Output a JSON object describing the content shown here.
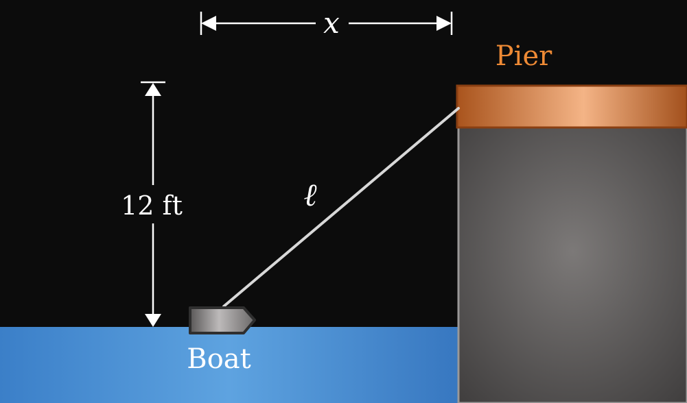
{
  "diagram": {
    "x_label": "x",
    "height_label": "12 ft",
    "rope_label": "ℓ",
    "pier_label": "Pier",
    "boat_label": "Boat"
  },
  "colors": {
    "background": "#0c0c0c",
    "water": "#4a90d4",
    "pier_deck": "#e8945a",
    "pier_label": "#ee8a35",
    "pier_body": "#6e6b6a",
    "rope": "#d8d8d8",
    "arrows": "#ffffff"
  }
}
